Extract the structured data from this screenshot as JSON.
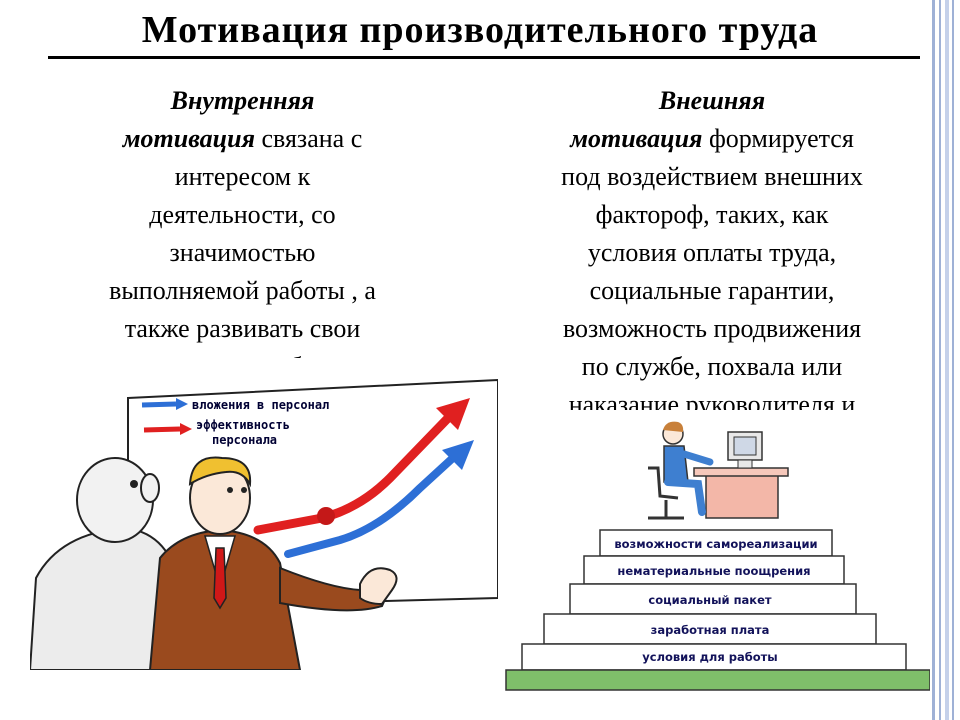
{
  "title": "Мотивация производительного труда",
  "left": {
    "term_line1": "Внутренняя",
    "term_line2": "мотивация",
    "text_line2": " связана с",
    "lines": [
      "интересом к",
      "деятельности, со",
      "значимостью",
      "выполняемой работы , а",
      "также развивать свои",
      "умения и способности"
    ]
  },
  "right": {
    "term_line1": "Внешняя",
    "term_line2": "мотивация",
    "text_line2": " формируется",
    "lines": [
      "под воздействием внешних",
      "фактороф, таких, как",
      "условия оплаты труда,",
      "социальные гарантии,",
      "возможность продвижения",
      "по службе, похвала или",
      "наказание руководителя и"
    ]
  },
  "board": {
    "label_blue": "вложения в персонал",
    "label_red_1": "эффективность",
    "label_red_2": "персонала"
  },
  "pyramid": {
    "steps": [
      "возможности самореализации",
      "нематериальные поощрения",
      "социальный пакет",
      "заработная плата",
      "условия для работы"
    ]
  },
  "colors": {
    "red_arrow": "#e02020",
    "blue_arrow": "#2d6fd6",
    "suit": "#9a4a1e",
    "frame": "#9fb1d6",
    "grass": "#7fbf6a"
  }
}
